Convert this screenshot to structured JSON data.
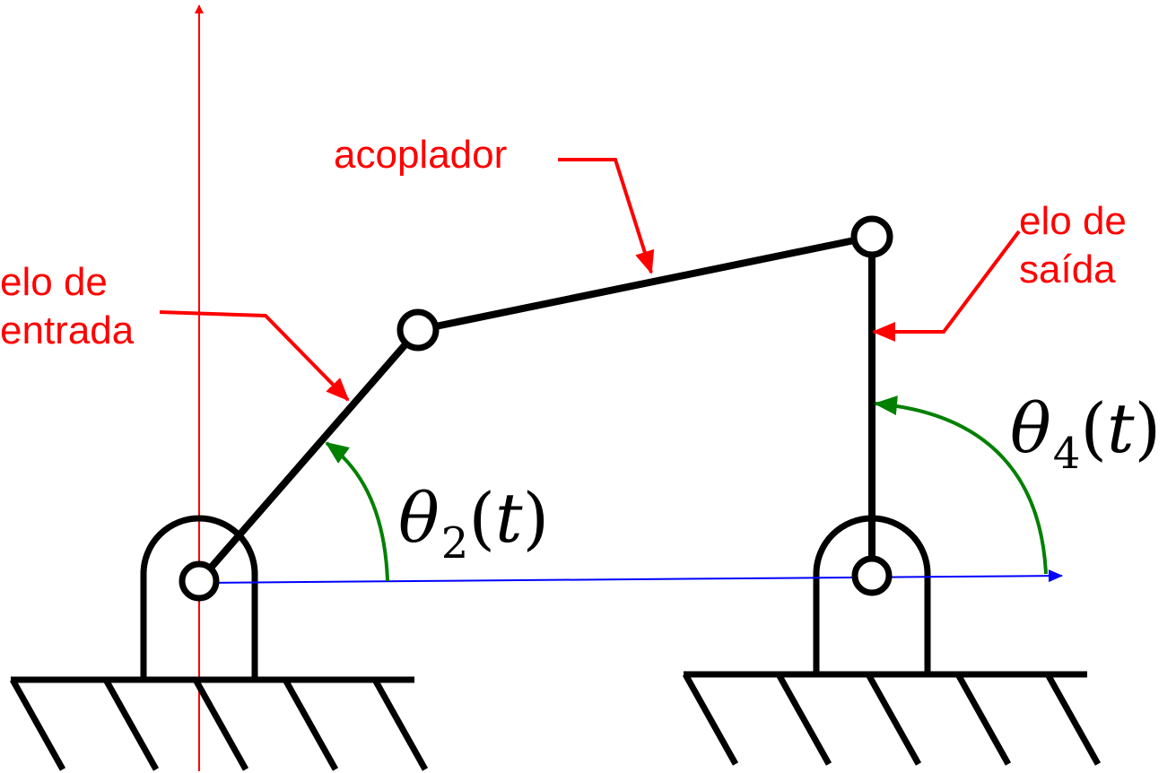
{
  "colors": {
    "link": "#000000",
    "annotation": "#ff0000",
    "angle_arc": "#008000",
    "reference": "#0000ff",
    "background": "#ffffff"
  },
  "labels": {
    "input_link_line1": "elo de",
    "input_link_line2": "entrada",
    "coupler": "acoplador",
    "output_link_line1": "elo de",
    "output_link_line2": "saída"
  },
  "angles": {
    "theta2": {
      "symbol": "θ",
      "subscript": "2",
      "open": "(",
      "var": "t",
      "close": ")"
    },
    "theta4": {
      "symbol": "θ",
      "subscript": "4",
      "open": "(",
      "var": "t",
      "close": ")"
    }
  }
}
